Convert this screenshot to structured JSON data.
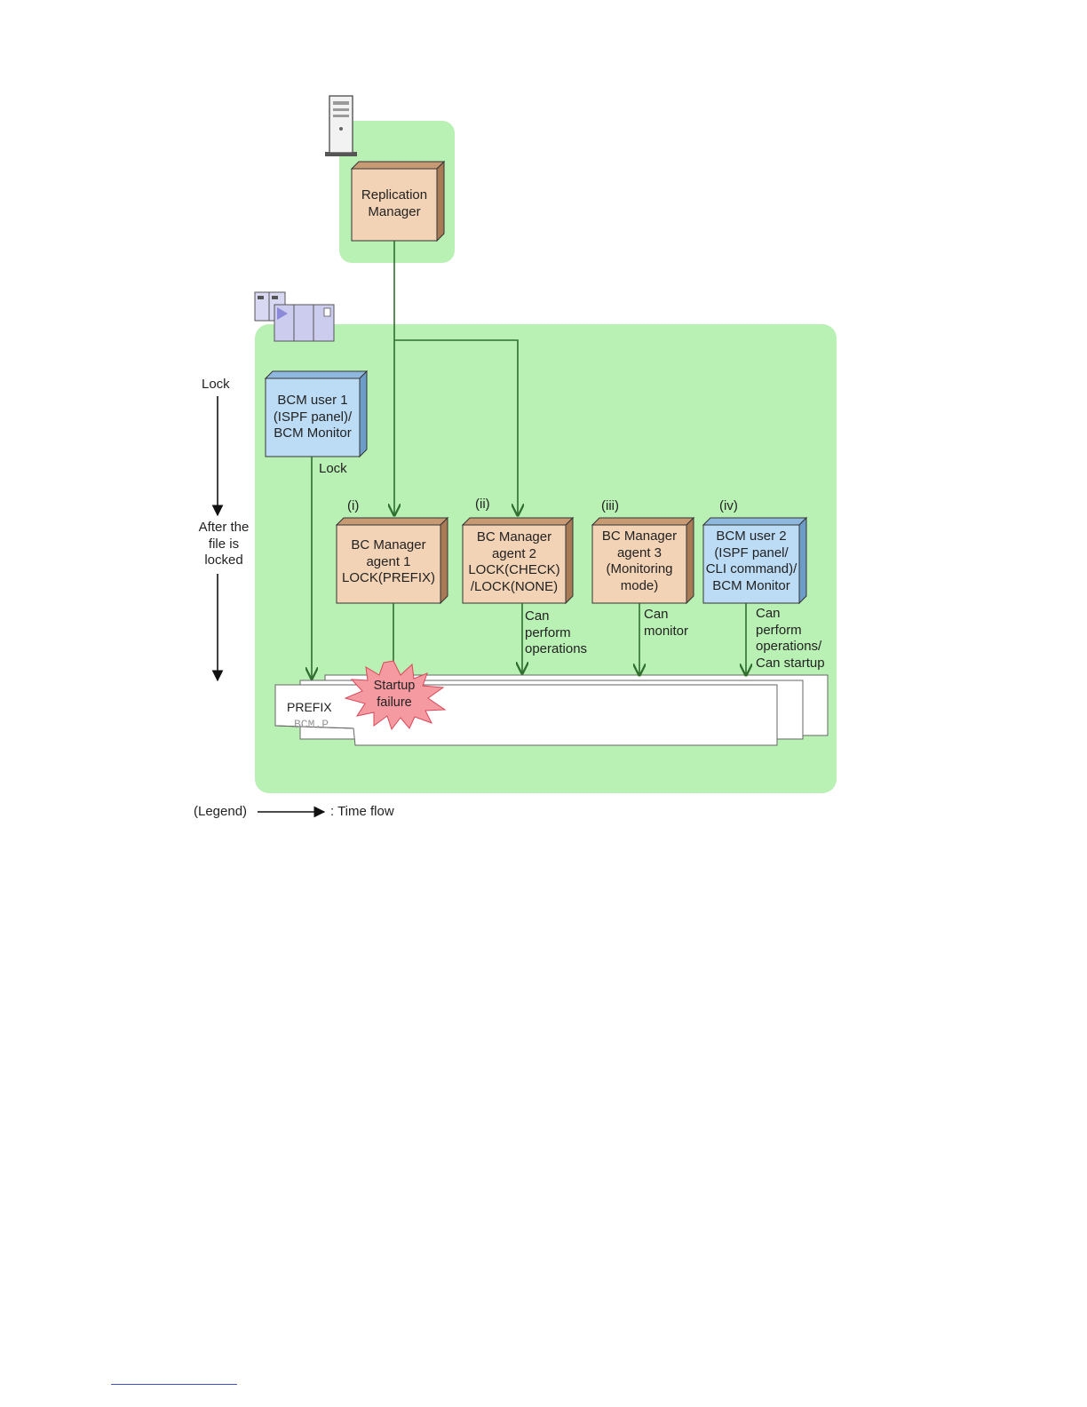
{
  "server": {
    "label": "Replication\nManager"
  },
  "host_icon": "mainframe-icon",
  "server_icon": "server-tower-icon",
  "timeline": {
    "top_label": "Lock",
    "middle_label": "After the\nfile is\nlocked"
  },
  "bcm_user_1": {
    "label": "BCM user 1\n(ISPF panel)/\nBCM Monitor",
    "note": "Lock"
  },
  "agents": [
    {
      "marker": "(i)",
      "label": "BC Manager\nagent 1\nLOCK(PREFIX)",
      "note": ""
    },
    {
      "marker": "(ii)",
      "label": "BC Manager\nagent 2\nLOCK(CHECK)\n/LOCK(NONE)",
      "note": "Can\nperform\noperations"
    },
    {
      "marker": "(iii)",
      "label": "BC Manager\nagent 3\n(Monitoring\nmode)",
      "note": "Can\nmonitor"
    },
    {
      "marker": "(iv)",
      "label": "BCM user 2\n(ISPF panel/\nCLI command)/\nBCM Monitor",
      "note": "Can\nperform\noperations/\nCan startup"
    }
  ],
  "file": {
    "prefix_label": "PREFIX",
    "dataset_label": "BCM.P"
  },
  "burst": {
    "label": "Startup\nfailure"
  },
  "legend": {
    "label": "(Legend)",
    "text": ": Time flow"
  },
  "colors": {
    "zone_green": "#b9f0b4",
    "agent_fill": "#f3d3b6",
    "user_fill": "#bcdcf6",
    "arrow_green": "#2f6f2f",
    "burst_fill": "#f59aa0"
  }
}
